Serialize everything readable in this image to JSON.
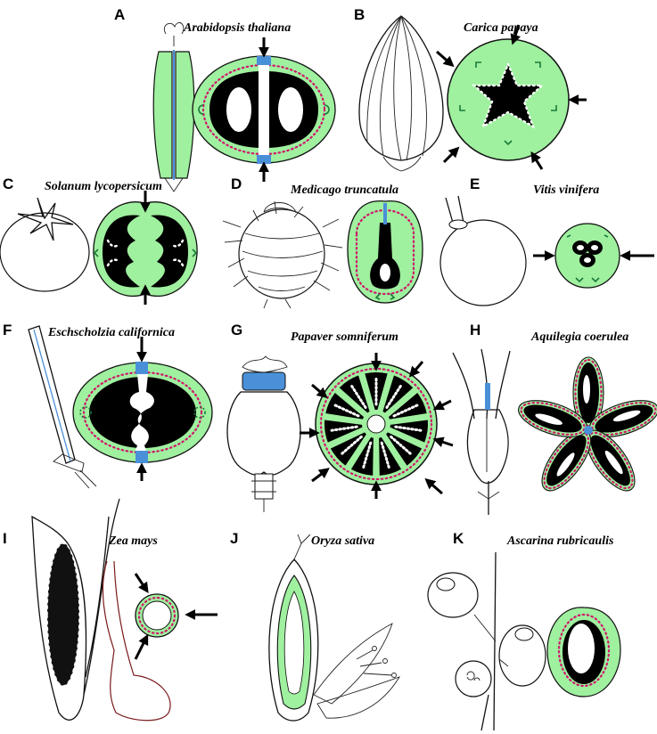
{
  "colors": {
    "pericarp": "#9ff09f",
    "seed_cavity": "#000000",
    "ovule_white": "#ffffff",
    "dehiscence_zone": "#4a90d9",
    "dots": "#d0166b",
    "vascular": "#1a7a3a"
  },
  "panels": [
    {
      "letter": "A",
      "species": "Arabidopsis thaliana"
    },
    {
      "letter": "B",
      "species": "Carica papaya"
    },
    {
      "letter": "C",
      "species": "Solanum lycopersicum"
    },
    {
      "letter": "D",
      "species": "Medicago truncatula"
    },
    {
      "letter": "E",
      "species": "Vitis vinifera"
    },
    {
      "letter": "F",
      "species": "Eschscholzia californica"
    },
    {
      "letter": "G",
      "species": "Papaver somniferum"
    },
    {
      "letter": "H",
      "species": "Aquilegia coerulea"
    },
    {
      "letter": "I",
      "species": "Zea mays"
    },
    {
      "letter": "J",
      "species": "Oryza sativa"
    },
    {
      "letter": "K",
      "species": "Ascarina rubricaulis"
    }
  ]
}
